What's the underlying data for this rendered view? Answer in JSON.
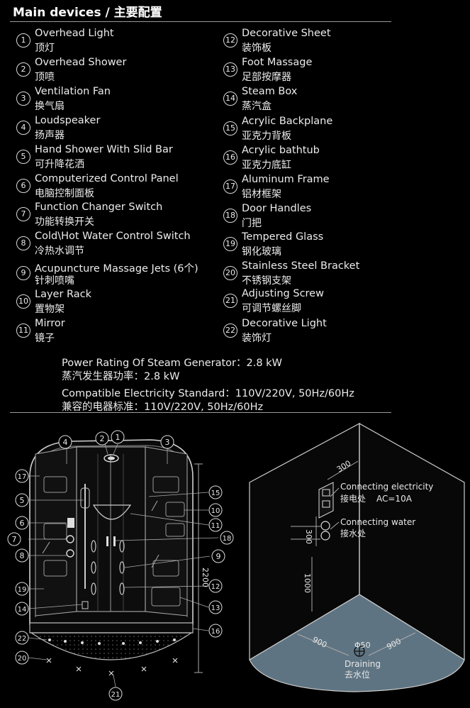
{
  "title": "Main devices / 主要配置",
  "devices_left": [
    {
      "num": "1",
      "en": "Overhead Light",
      "cn": "顶灯"
    },
    {
      "num": "2",
      "en": "Overhead Shower",
      "cn": "顶喷"
    },
    {
      "num": "3",
      "en": "Ventilation Fan",
      "cn": "换气扇"
    },
    {
      "num": "4",
      "en": "Loudspeaker",
      "cn": "扬声器"
    },
    {
      "num": "5",
      "en": "Hand Shower With Slid Bar",
      "cn": "可升降花洒"
    },
    {
      "num": "6",
      "en": "Computerized Control Panel",
      "cn": "电脑控制面板"
    },
    {
      "num": "7",
      "en": "Function Changer Switch",
      "cn": "功能转换开关"
    },
    {
      "num": "8",
      "en": "Cold\\Hot Water Control Switch",
      "cn": "冷热水调节"
    },
    {
      "num": "9",
      "en": "Acupuncture Massage Jets (6个)",
      "cn": "针刺喷嘴"
    },
    {
      "num": "10",
      "en": "Layer Rack",
      "cn": "置物架"
    },
    {
      "num": "11",
      "en": "Mirror",
      "cn": "镜子"
    }
  ],
  "devices_right": [
    {
      "num": "12",
      "en": "Decorative Sheet",
      "cn": "装饰板"
    },
    {
      "num": "13",
      "en": "Foot Massage",
      "cn": "足部按摩器"
    },
    {
      "num": "14",
      "en": "Steam Box",
      "cn": "蒸汽盒"
    },
    {
      "num": "15",
      "en": "Acrylic Backplane",
      "cn": "亚克力背板"
    },
    {
      "num": "16",
      "en": "Acrylic bathtub",
      "cn": "亚克力底缸"
    },
    {
      "num": "17",
      "en": "Aluminum Frame",
      "cn": "铝材框架"
    },
    {
      "num": "18",
      "en": "Door Handles",
      "cn": "门把"
    },
    {
      "num": "19",
      "en": "Tempered Glass",
      "cn": "钢化玻璃"
    },
    {
      "num": "20",
      "en": "Stainless Steel Bracket",
      "cn": "不锈钢支架"
    },
    {
      "num": "21",
      "en": "Adjusting Screw",
      "cn": "可调节螺丝脚"
    },
    {
      "num": "22",
      "en": "Decorative Light",
      "cn": "装饰灯"
    }
  ],
  "specs": {
    "power_en": "Power Rating Of Steam Generator：2.8 kW",
    "power_cn": "蒸汽发生器功率：2.8 kW",
    "elec_en": "Compatible Electricity Standard：110V/220V, 50Hz/60Hz",
    "elec_cn": "兼容的电器标准：110V/220V, 50Hz/60Hz"
  },
  "front_diagram": {
    "height_dim": "2200",
    "callouts": [
      "1",
      "2",
      "3",
      "4",
      "5",
      "6",
      "7",
      "8",
      "9",
      "10",
      "11",
      "12",
      "13",
      "14",
      "15",
      "16",
      "17",
      "18",
      "19",
      "20",
      "21",
      "22"
    ]
  },
  "install_diagram": {
    "dim_top": "300",
    "dim_side": "300",
    "dim_height": "1000",
    "dim_left": "900",
    "dim_right": "900",
    "dim_drain": "Φ50",
    "electricity_en": "Connecting electricity",
    "electricity_cn": "接电处",
    "electricity_spec": "AC=10A",
    "water_en": "Connecting water",
    "water_cn": "接水处",
    "drain_en": "Draining",
    "drain_cn": "去水位"
  },
  "colors": {
    "background": "#000000",
    "floor": "#5f7482",
    "line": "#d8d8d8"
  }
}
